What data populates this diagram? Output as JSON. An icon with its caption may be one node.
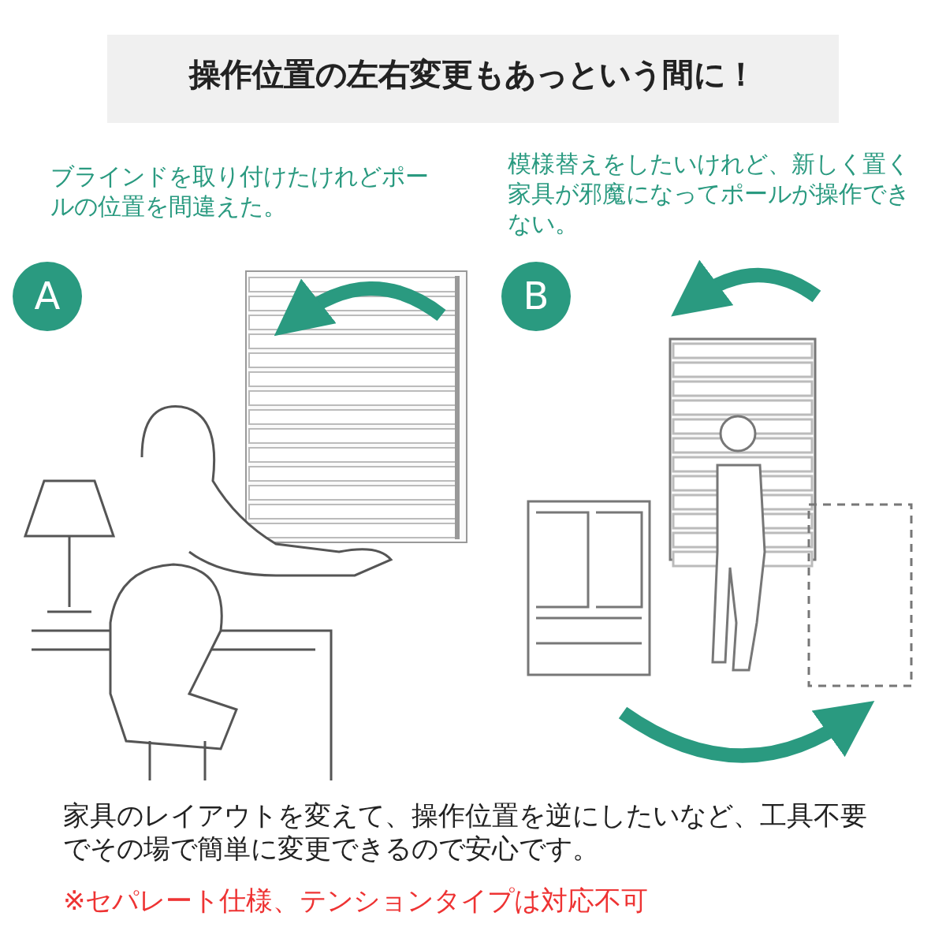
{
  "diagram": {
    "title": "操作位置の左右変更もあっという間に！",
    "nodes": [
      {
        "text": [
          "A"
        ]
      },
      {
        "text": [
          "B"
        ]
      }
    ],
    "labels": [
      "ブラインドを取り付けたけれどポールの位置を間違えた。",
      "模様替えをしたいけれど、新しく置く家具が邪魔になってポールが操作できない。",
      "家具のレイアウトを変えて、操作位置を逆にしたいなど、工具不要でその場で簡単に変更できるので安心です。",
      "※セパレート仕様、テンションタイプは対応不可"
    ]
  }
}
